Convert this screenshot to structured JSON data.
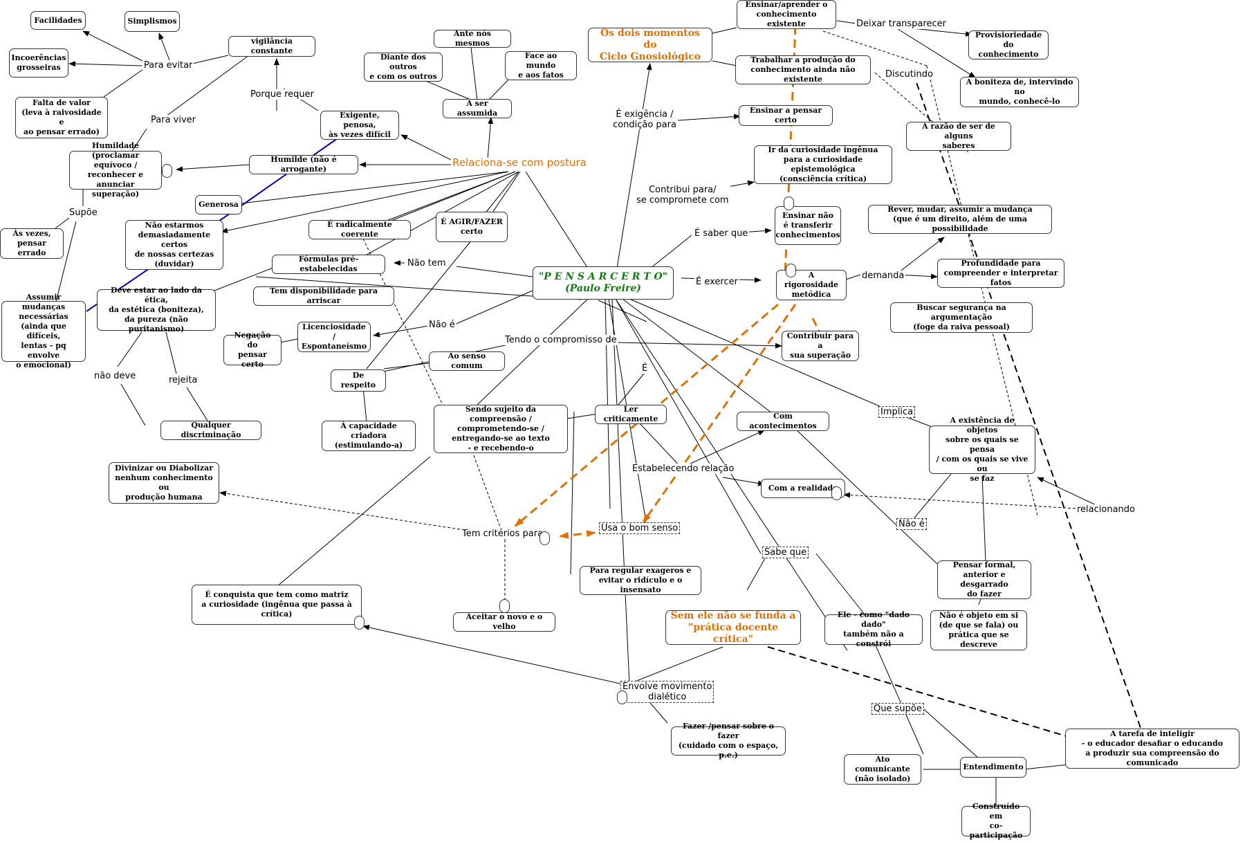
{
  "colors": {
    "orange": "#e07000",
    "green": "#117a11",
    "blue": "#0000c0",
    "line": "#000000"
  },
  "central": {
    "title": "\"P E N S A R    C E R T O\"",
    "subtitle": "(Paulo Freire)"
  },
  "nodes": {
    "facilidades": "Facilidades",
    "simplismos": "Simplismos",
    "incoerencias": "Incoerências\ngrosseiras",
    "vigilancia": "vigilância constante",
    "falta_valor": "Falta de valor\n(leva à raivosidade e\nao pensar errado)",
    "exigente": "Exigente, penosa,\nàs vezes difícil",
    "humildade": "Humildade (proclamar\nequívoco / reconhecer e\nanunciar superação)",
    "humilde": "Humilde (não é arrogante)",
    "generosa": "Generosa",
    "nao_estarmos": "Não estarmos\ndemasiadamente certos\nde nossas certezas\n(duvidar)",
    "as_vezes": "Às vezes,\npensar errado",
    "assumir": "Assumir mudanças\nnecessárias\n(ainda que difíceis,\nlentas - pq envolve\no emocional)",
    "deve_estar": "Deve estar ao lado da ética,\nda estética (boniteza),\nda pureza (não puritanismo)",
    "divinizar": "Divinizar ou Diabolizar\nnenhum conhecimento ou\nprodução humana",
    "qualquer": "Qualquer discriminação",
    "negacao": "Negação do\npensar certo",
    "licenciosidade": "Licenciosidade /\nEspontaneísmo",
    "formulas": "Fórmulas pré-estabelecidas",
    "radicalmente": "É radicalmente coerente",
    "tem_disp": "Tem disponibilidade para arriscar",
    "agir": "É AGIR/FAZER\ncerto",
    "ante_nos": "Ante nós mesmos",
    "diante": "Diante dos outros\ne com os outros",
    "face": "Face ao mundo\ne aos fatos",
    "ser_assumida": "A ser assumida",
    "ao_senso": "Ao senso comum",
    "de_respeito": "De respeito",
    "capacidade": "À capacidade criadora\n(estimulando-a)",
    "sendo_sujeito": "Sendo sujeito  da compreensão /\ncomprometendo-se /\nentregando-se ao texto\n- e recebendo-o",
    "ler": "Ler criticamente",
    "conquista": "É conquista que tem como matriz\na curiosidade (ingênua que passa à crítica)",
    "aceitar": "Aceitar o novo e o velho",
    "regular": "Para regular exageros  e\nevitar o ridículo e o insensato",
    "fazer_pensar": "Fazer /pensar sobre o fazer\n(cuidado com o espaço, p.e.)",
    "sem_ele": "Sem ele não se funda a\n\"prática docente crítica\"",
    "ele_como": "Ele - como \"dado dado\"\ntambém não a constrói",
    "ato": "Ato comunicante\n(não isolado)",
    "entendimento": "Entendimento",
    "construido": "Construído em\nco-participação",
    "tarefa": "A tarefa de inteligir\n- o educador desafiar o educando\na produzir sua compreensão do comunicado",
    "pensar_formal": "Pensar formal,\nanterior e desgarrado\ndo fazer",
    "nao_objeto": "Não é objeto em si\n(de que se fala) ou\nprática que se descreve",
    "existencia": "A existência de objetos\nsobre os quais se pensa\n/ com os quais se vive ou\nse faz",
    "com_acont": "Com acontecimentos",
    "com_realidade": "Com a realidade",
    "contribuir": "Contribuir para a\nsua superação",
    "rigorosidade": "A rigorosidade\nmetódica",
    "profundidade": "Profundidade para\ncompreender e interpretar fatos",
    "buscar": "Buscar segurança na argumentação\n(foge da raiva pessoal)",
    "rever": "Rever, mudar, assumir a mudança\n(que é um direito, além de uma possibilidade",
    "ensinar_nao": "Ensinar não\né  transferir\nconhecimentos",
    "ir_curiosidade": "Ir da curiosidade ingênua\npara a curiosidade epistemológica\n(consciência crítica)",
    "ensinar_pensar": "Ensinar a pensar certo",
    "dois_momentos": "Os dois momentos do\nCiclo Gnosiológico",
    "ensinar_aprender": "Ensinar/aprender o\nconhecimento existente",
    "trabalhar": "Trabalhar a produção do\nconhecimento ainda não existente",
    "provisoriedade": "Provisioriedade\ndo conhecimento",
    "boniteza": "A boniteza de, intervindo no\nmundo, conhecê-lo",
    "razao": "A razão de ser de alguns\nsaberes"
  },
  "links": {
    "para_evitar": "Para evitar",
    "porque_requer": "Porque requer",
    "para_viver": "Para  viver",
    "supoe": "Supõe",
    "relaciona": "Relaciona-se com postura",
    "nao_tem": "Não tem",
    "nao_e": "Não é",
    "tendo": "Tendo o compromisso de",
    "nao_deve": "não deve",
    "rejeita": "rejeita",
    "e_link": "É",
    "estabelecendo": "Estabelecendo relação",
    "tem_criterios": "Tem critérios para",
    "usa_bom_senso": "Usa o bom senso",
    "envolve": "Envolve movimento\ndialético",
    "sabe_que": "Sabe que",
    "que_supoe": "Que supõe",
    "nao_e2": "Não é",
    "implica": "Implica",
    "relacionando": "relacionando",
    "e_exercer": "É exercer",
    "demanda": "demanda",
    "e_saber_que": "É saber que",
    "contribui": "Contribui para/\nse compromete com",
    "e_exigencia": "É exigência /\ncondição para",
    "deixar": "Deixar transparecer",
    "discutindo": "Discutindo"
  }
}
